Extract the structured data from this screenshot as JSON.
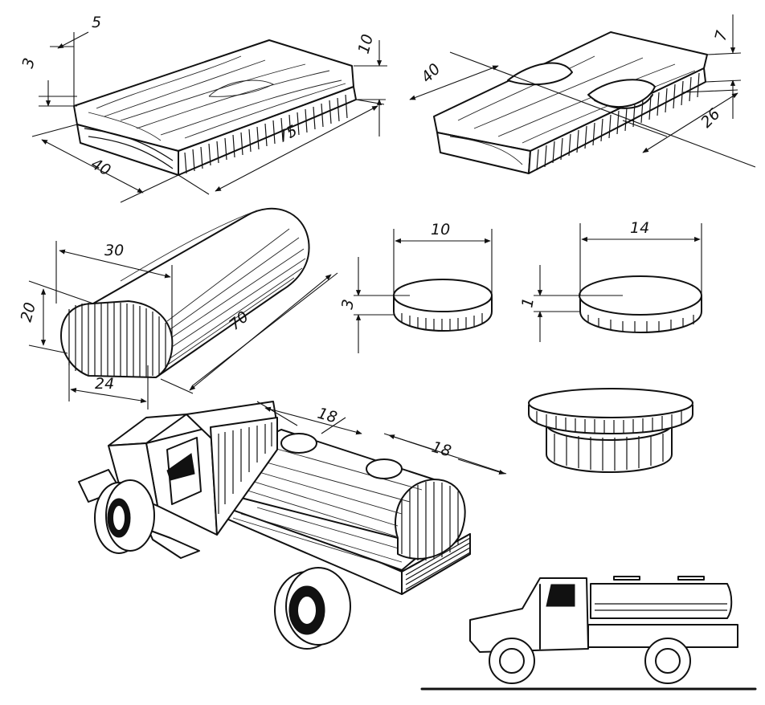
{
  "dimensions": {
    "plank_thickness_small": "3",
    "plank_offset": "5",
    "plank_height": "10",
    "plank_width": "40",
    "plank_length": "75",
    "cut_width": "40",
    "cut_thickness": "7",
    "cut_spacing": "26",
    "tank_length_top": "30",
    "tank_height": "20",
    "tank_length": "70",
    "tank_width": "24",
    "disc_small_diameter": "10",
    "disc_small_thickness": "3",
    "disc_large_diameter": "14",
    "disc_large_thickness": "1",
    "truck_hatch_spacing_a": "18",
    "truck_hatch_spacing_b": "18"
  }
}
